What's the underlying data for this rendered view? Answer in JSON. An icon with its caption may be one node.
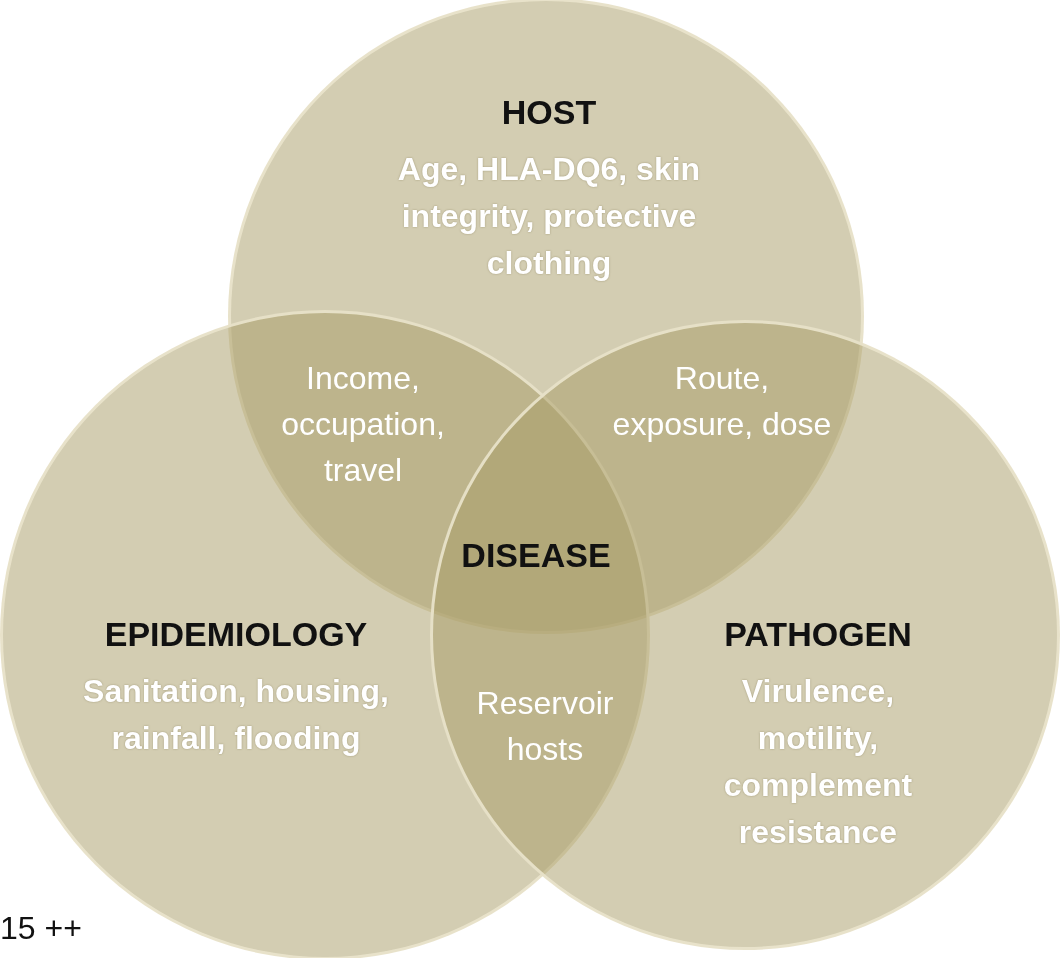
{
  "diagram": {
    "nodes": [
      {
        "text": [
          "HOST",
          "Age, HLA-DQ6, skin integrity, protective clothing"
        ]
      },
      {
        "text": [
          "EPIDEMIOLOGY",
          "Sanitation, housing, rainfall, flooding"
        ]
      },
      {
        "text": [
          "PATHOGEN",
          "Virulence, motility, complement resistance"
        ]
      }
    ],
    "labels": [
      "Income, occupation, travel",
      "Route, exposure, dose",
      "DISEASE",
      "Reservoir hosts",
      "15 ++"
    ]
  }
}
